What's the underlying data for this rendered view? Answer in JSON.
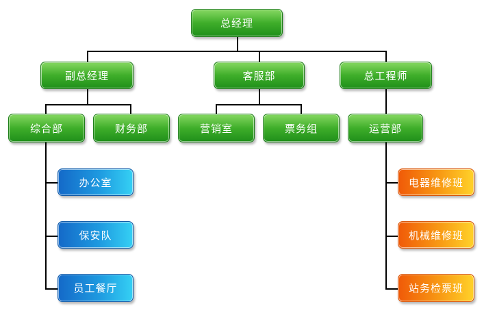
{
  "chart": {
    "top": "总经理",
    "level1": [
      "副总经理",
      "客服部",
      "总工程师"
    ],
    "level2": [
      "综合部",
      "财务部",
      "营销室",
      "票务组",
      "运营部"
    ],
    "left_branch": [
      "办公室",
      "保安队",
      "员工餐厅"
    ],
    "right_branch": [
      "电器维修班",
      "机械维修班",
      "站务检票班"
    ]
  }
}
